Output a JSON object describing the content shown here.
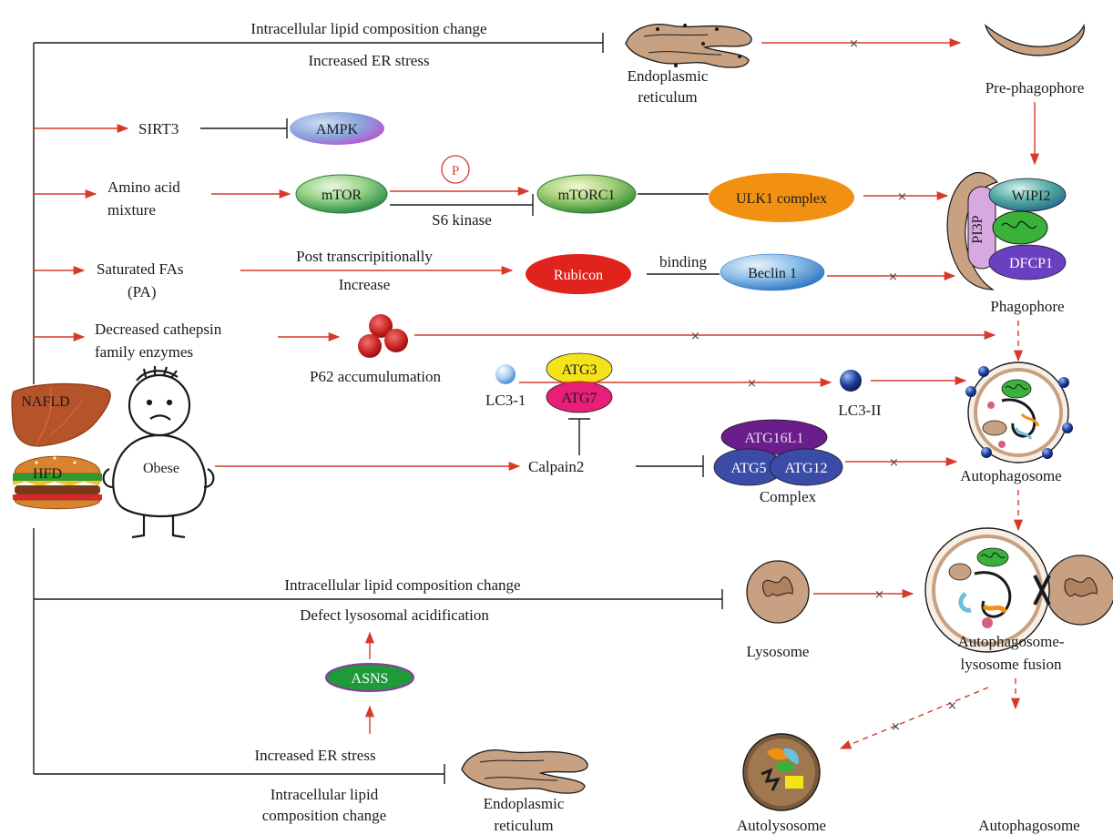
{
  "labels": {
    "top_lipid_change": "Intracellular lipid composition change",
    "top_er_stress": "Increased ER stress",
    "er_top_line1": "Endoplasmic",
    "er_top_line2": "reticulum",
    "pre_phagophore": "Pre-phagophore",
    "sirt3": "SIRT3",
    "ampk": "AMPK",
    "amino_line1": "Amino acid",
    "amino_line2": "mixture",
    "mtor": "mTOR",
    "p_label": "P",
    "mtorc1": "mTORC1",
    "s6_kinase": "S6 kinase",
    "ulk1": "ULK1 complex",
    "wipi2": "WIPI2",
    "pi3p": "PI3P",
    "dfcp1": "DFCP1",
    "phagophore": "Phagophore",
    "sat_fa_line1": "Saturated FAs",
    "sat_fa_line2": "(PA)",
    "post_trans": "Post transcripitionally",
    "increase": "Increase",
    "rubicon": "Rubicon",
    "binding": "binding",
    "beclin": "Beclin 1",
    "cathepsin_line1": "Decreased cathepsin",
    "cathepsin_line2": "family enzymes",
    "p62": "P62 accumulumation",
    "lc3_1": "LC3-1",
    "atg3": "ATG3",
    "atg7": "ATG7",
    "lc3_2": "LC3-II",
    "nafld": "NAFLD",
    "hfd": "HFD",
    "obese": "Obese",
    "calpain2": "Calpain2",
    "atg16l1": "ATG16L1",
    "atg5": "ATG5",
    "atg12": "ATG12",
    "complex": "Complex",
    "autophagosome": "Autophagosome",
    "bottom_lipid_change": "Intracellular lipid composition change",
    "defect_acid": "Defect lysosomal acidification",
    "lysosome": "Lysosome",
    "fusion_line1": "Autophagosome-",
    "fusion_line2": "lysosome fusion",
    "asns": "ASNS",
    "bottom_er_stress": "Increased ER stress",
    "bottom_lipid_line1": "Intracellular lipid",
    "bottom_lipid_line2": "composition change",
    "er_bot_line1": "Endoplasmic",
    "er_bot_line2": "reticulum",
    "autolysosome": "Autolysosome",
    "autophagosome_bottom": "Autophagosome",
    "x": "×"
  },
  "colors": {
    "activation": "#d63a2a",
    "inhibition": "#1a1a1a",
    "ampk": "#8a7fd6",
    "mtor": "#3fae5a",
    "mtorc1": "#5cb85c",
    "ulk1": "#f29111",
    "rubicon": "#e0231c",
    "beclin": "#4a94d8",
    "atg3": "#f4e31a",
    "atg7": "#e81e78",
    "atg16l1": "#6b1d8c",
    "atg5": "#3b4ba8",
    "atg12": "#3b4ba8",
    "asns": "#1f9a3a",
    "organelle": "#c9a47a",
    "liver": "#b5532a"
  }
}
